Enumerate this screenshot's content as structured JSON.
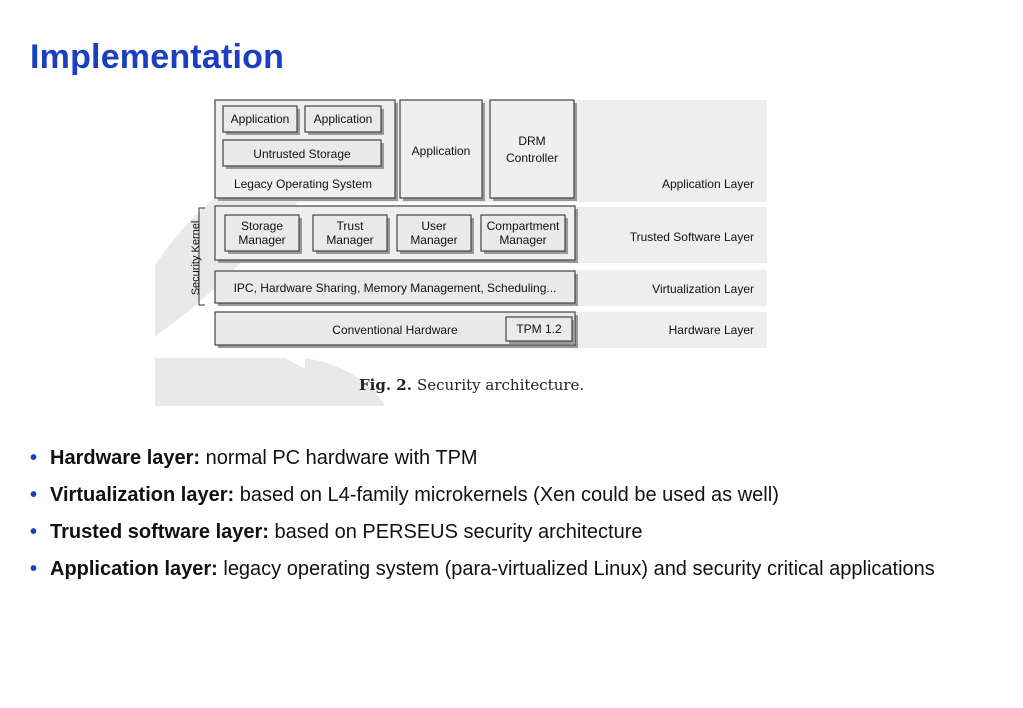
{
  "page": {
    "title": "Implementation"
  },
  "figure": {
    "app_boxes": [
      "Application",
      "Application"
    ],
    "untrusted_storage": "Untrusted Storage",
    "legacy_os": "Legacy Operating System",
    "application_big": "Application",
    "drm_line1": "DRM",
    "drm_line2": "Controller",
    "managers": [
      {
        "line1": "Storage",
        "line2": "Manager"
      },
      {
        "line1": "Trust",
        "line2": "Manager"
      },
      {
        "line1": "User",
        "line2": "Manager"
      },
      {
        "line1": "Compartment",
        "line2": "Manager"
      }
    ],
    "virtualization_text": "IPC, Hardware Sharing, Memory Management, Scheduling...",
    "conventional_hardware": "Conventional Hardware",
    "tpm": "TPM 1.2",
    "security_kernel": "Security Kernel",
    "layers": {
      "application": "Application Layer",
      "trusted_software": "Trusted Software Layer",
      "virtualization": "Virtualization Layer",
      "hardware": "Hardware Layer"
    },
    "caption_label": "Fig. 2.",
    "caption_text": "Security architecture."
  },
  "bullets": [
    {
      "bold": "Hardware layer:",
      "text": " normal PC hardware with TPM"
    },
    {
      "bold": "Virtualization layer:",
      "text": " based on L4-family microkernels (Xen could be used as well)"
    },
    {
      "bold": "Trusted software layer:",
      "text": " based on PERSEUS security architecture"
    },
    {
      "bold": "Application layer:",
      "text": " legacy operating system (para-virtualized Linux) and security critical applications"
    }
  ],
  "colors": {
    "title": "#1b3fbf",
    "bullet_dot": "#1b3fbf",
    "layer_band": "#eeeeee",
    "box_fill": "#eaeaea"
  }
}
